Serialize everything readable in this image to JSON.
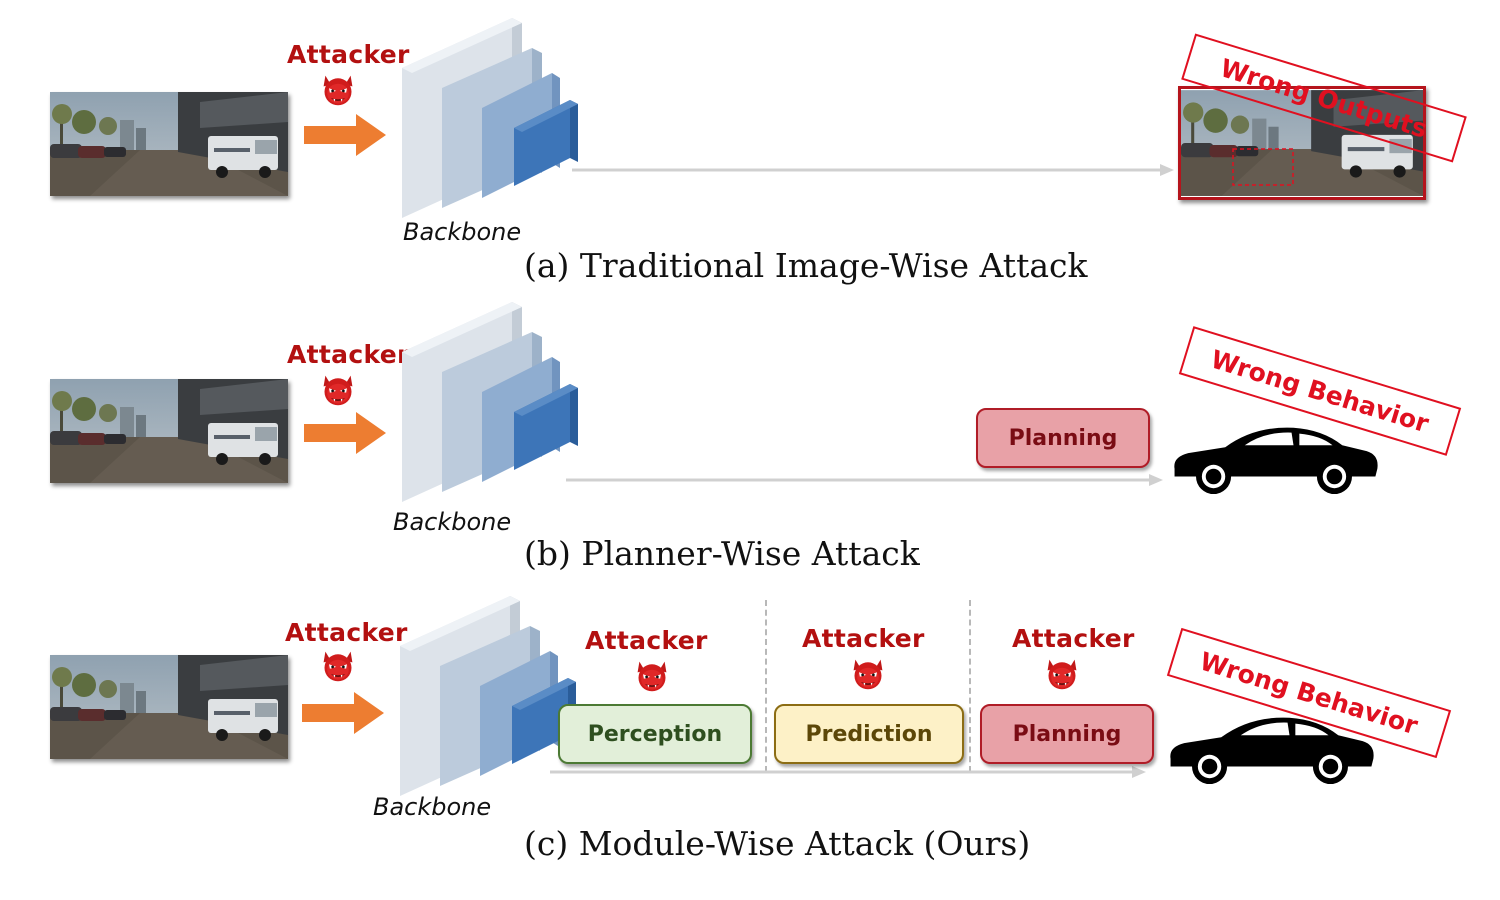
{
  "sections": {
    "a": {
      "attacker_label": "Attacker",
      "backbone_label": "Backbone",
      "caption": "(a) Traditional Image-Wise Attack",
      "stamp_text": "Wrong Outputs"
    },
    "b": {
      "attacker_label": "Attacker",
      "backbone_label": "Backbone",
      "caption": "(b) Planner-Wise Attack",
      "planning_label": "Planning",
      "stamp_text": "Wrong Behavior"
    },
    "c": {
      "attacker_label": "Attacker",
      "backbone_label": "Backbone",
      "caption": "(c) Module-Wise Attack (Ours)",
      "module_attacker_labels": [
        "Attacker",
        "Attacker",
        "Attacker"
      ],
      "perception_label": "Perception",
      "prediction_label": "Prediction",
      "planning_label": "Planning",
      "stamp_text": "Wrong Behavior"
    }
  },
  "colors": {
    "attacker_red": "#b31010",
    "arrow_orange": "#ed7d31",
    "backbone_blue": "#2e6db4",
    "stamp_red": "#e01020",
    "flow_gray": "#d0d0d0"
  },
  "icons": [
    "devil-icon",
    "orange-arrow-icon",
    "car-icon",
    "street-photo"
  ]
}
